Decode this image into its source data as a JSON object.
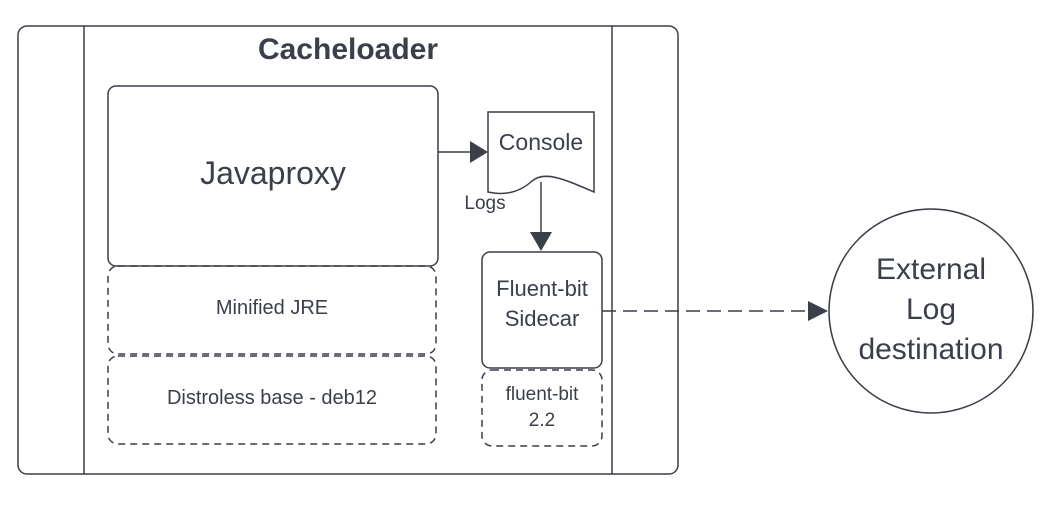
{
  "diagram": {
    "container_title": "Cacheloader",
    "javaproxy_label": "Javaproxy",
    "jre_label": "Minified JRE",
    "base_label": "Distroless base - deb12",
    "console_label": "Console",
    "logs_label": "Logs",
    "sidecar_label_line1": "Fluent-bit",
    "sidecar_label_line2": "Sidecar",
    "fluentbit_version_line1": "fluent-bit",
    "fluentbit_version_line2": "2.2",
    "external_line1": "External",
    "external_line2": "Log",
    "external_line3": "destination"
  },
  "colors": {
    "stroke": "#3a3f4a",
    "text": "#3a3f4a",
    "background": "#ffffff"
  }
}
